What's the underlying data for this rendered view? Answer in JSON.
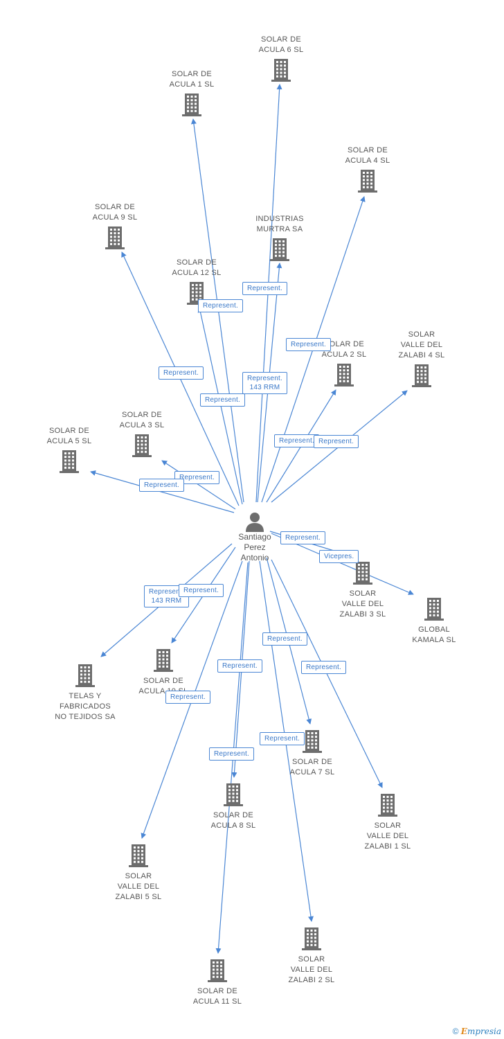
{
  "center": {
    "name": "Santiago\nPerez\nAntonio",
    "icon": "person-icon"
  },
  "colors": {
    "edge": "#4a86d4",
    "icon": "#6d6d6d",
    "badge_text": "#3a78c8"
  },
  "nodes": [
    {
      "id": "acula6",
      "label": "SOLAR DE\nACULA 6 SL"
    },
    {
      "id": "acula1",
      "label": "SOLAR DE\nACULA 1 SL"
    },
    {
      "id": "acula4",
      "label": "SOLAR DE\nACULA 4 SL"
    },
    {
      "id": "acula9",
      "label": "SOLAR DE\nACULA 9 SL"
    },
    {
      "id": "murtra",
      "label": "INDUSTRIAS\nMURTRA SA"
    },
    {
      "id": "acula12",
      "label": "SOLAR DE\nACULA 12 SL"
    },
    {
      "id": "acula2",
      "label": "SOLAR DE\nACULA 2 SL"
    },
    {
      "id": "zalabi4",
      "label": "SOLAR\nVALLE DEL\nZALABI 4 SL"
    },
    {
      "id": "acula3",
      "label": "SOLAR DE\nACULA 3 SL"
    },
    {
      "id": "acula5",
      "label": "SOLAR DE\nACULA 5 SL"
    },
    {
      "id": "zalabi3",
      "label": "SOLAR\nVALLE DEL\nZALABI 3 SL"
    },
    {
      "id": "kamala",
      "label": "GLOBAL\nKAMALA SL"
    },
    {
      "id": "telas",
      "label": "TELAS Y\nFABRICADOS\nNO TEJIDOS SA"
    },
    {
      "id": "acula10",
      "label": "SOLAR DE\nACULA 10 SL"
    },
    {
      "id": "acula7",
      "label": "SOLAR DE\nACULA 7 SL"
    },
    {
      "id": "acula8",
      "label": "SOLAR DE\nACULA 8 SL"
    },
    {
      "id": "zalabi1",
      "label": "SOLAR\nVALLE DEL\nZALABI 1 SL"
    },
    {
      "id": "zalabi5",
      "label": "SOLAR\nVALLE DEL\nZALABI 5 SL"
    },
    {
      "id": "zalabi2",
      "label": "SOLAR\nVALLE DEL\nZALABI 2 SL"
    },
    {
      "id": "acula11",
      "label": "SOLAR DE\nACULA 11 SL"
    }
  ],
  "badges": [
    {
      "text": "Represent."
    },
    {
      "text": "Represent."
    },
    {
      "text": "Represent."
    },
    {
      "text": "Represent."
    },
    {
      "text": "Represent.\n143 RRM"
    },
    {
      "text": "Represent."
    },
    {
      "text": "Represent."
    },
    {
      "text": "Represent."
    },
    {
      "text": "Represent."
    },
    {
      "text": "Represent."
    },
    {
      "text": "Represent."
    },
    {
      "text": "Vicepres."
    },
    {
      "text": "Represent.\n143 RRM"
    },
    {
      "text": "Represent."
    },
    {
      "text": "Represent."
    },
    {
      "text": "Represent."
    },
    {
      "text": "Represent."
    },
    {
      "text": "Represent."
    },
    {
      "text": "Represent."
    },
    {
      "text": "Represent."
    }
  ],
  "footer": {
    "copyright": "©",
    "brand_e": "E",
    "brand_rest": "mpresia"
  }
}
